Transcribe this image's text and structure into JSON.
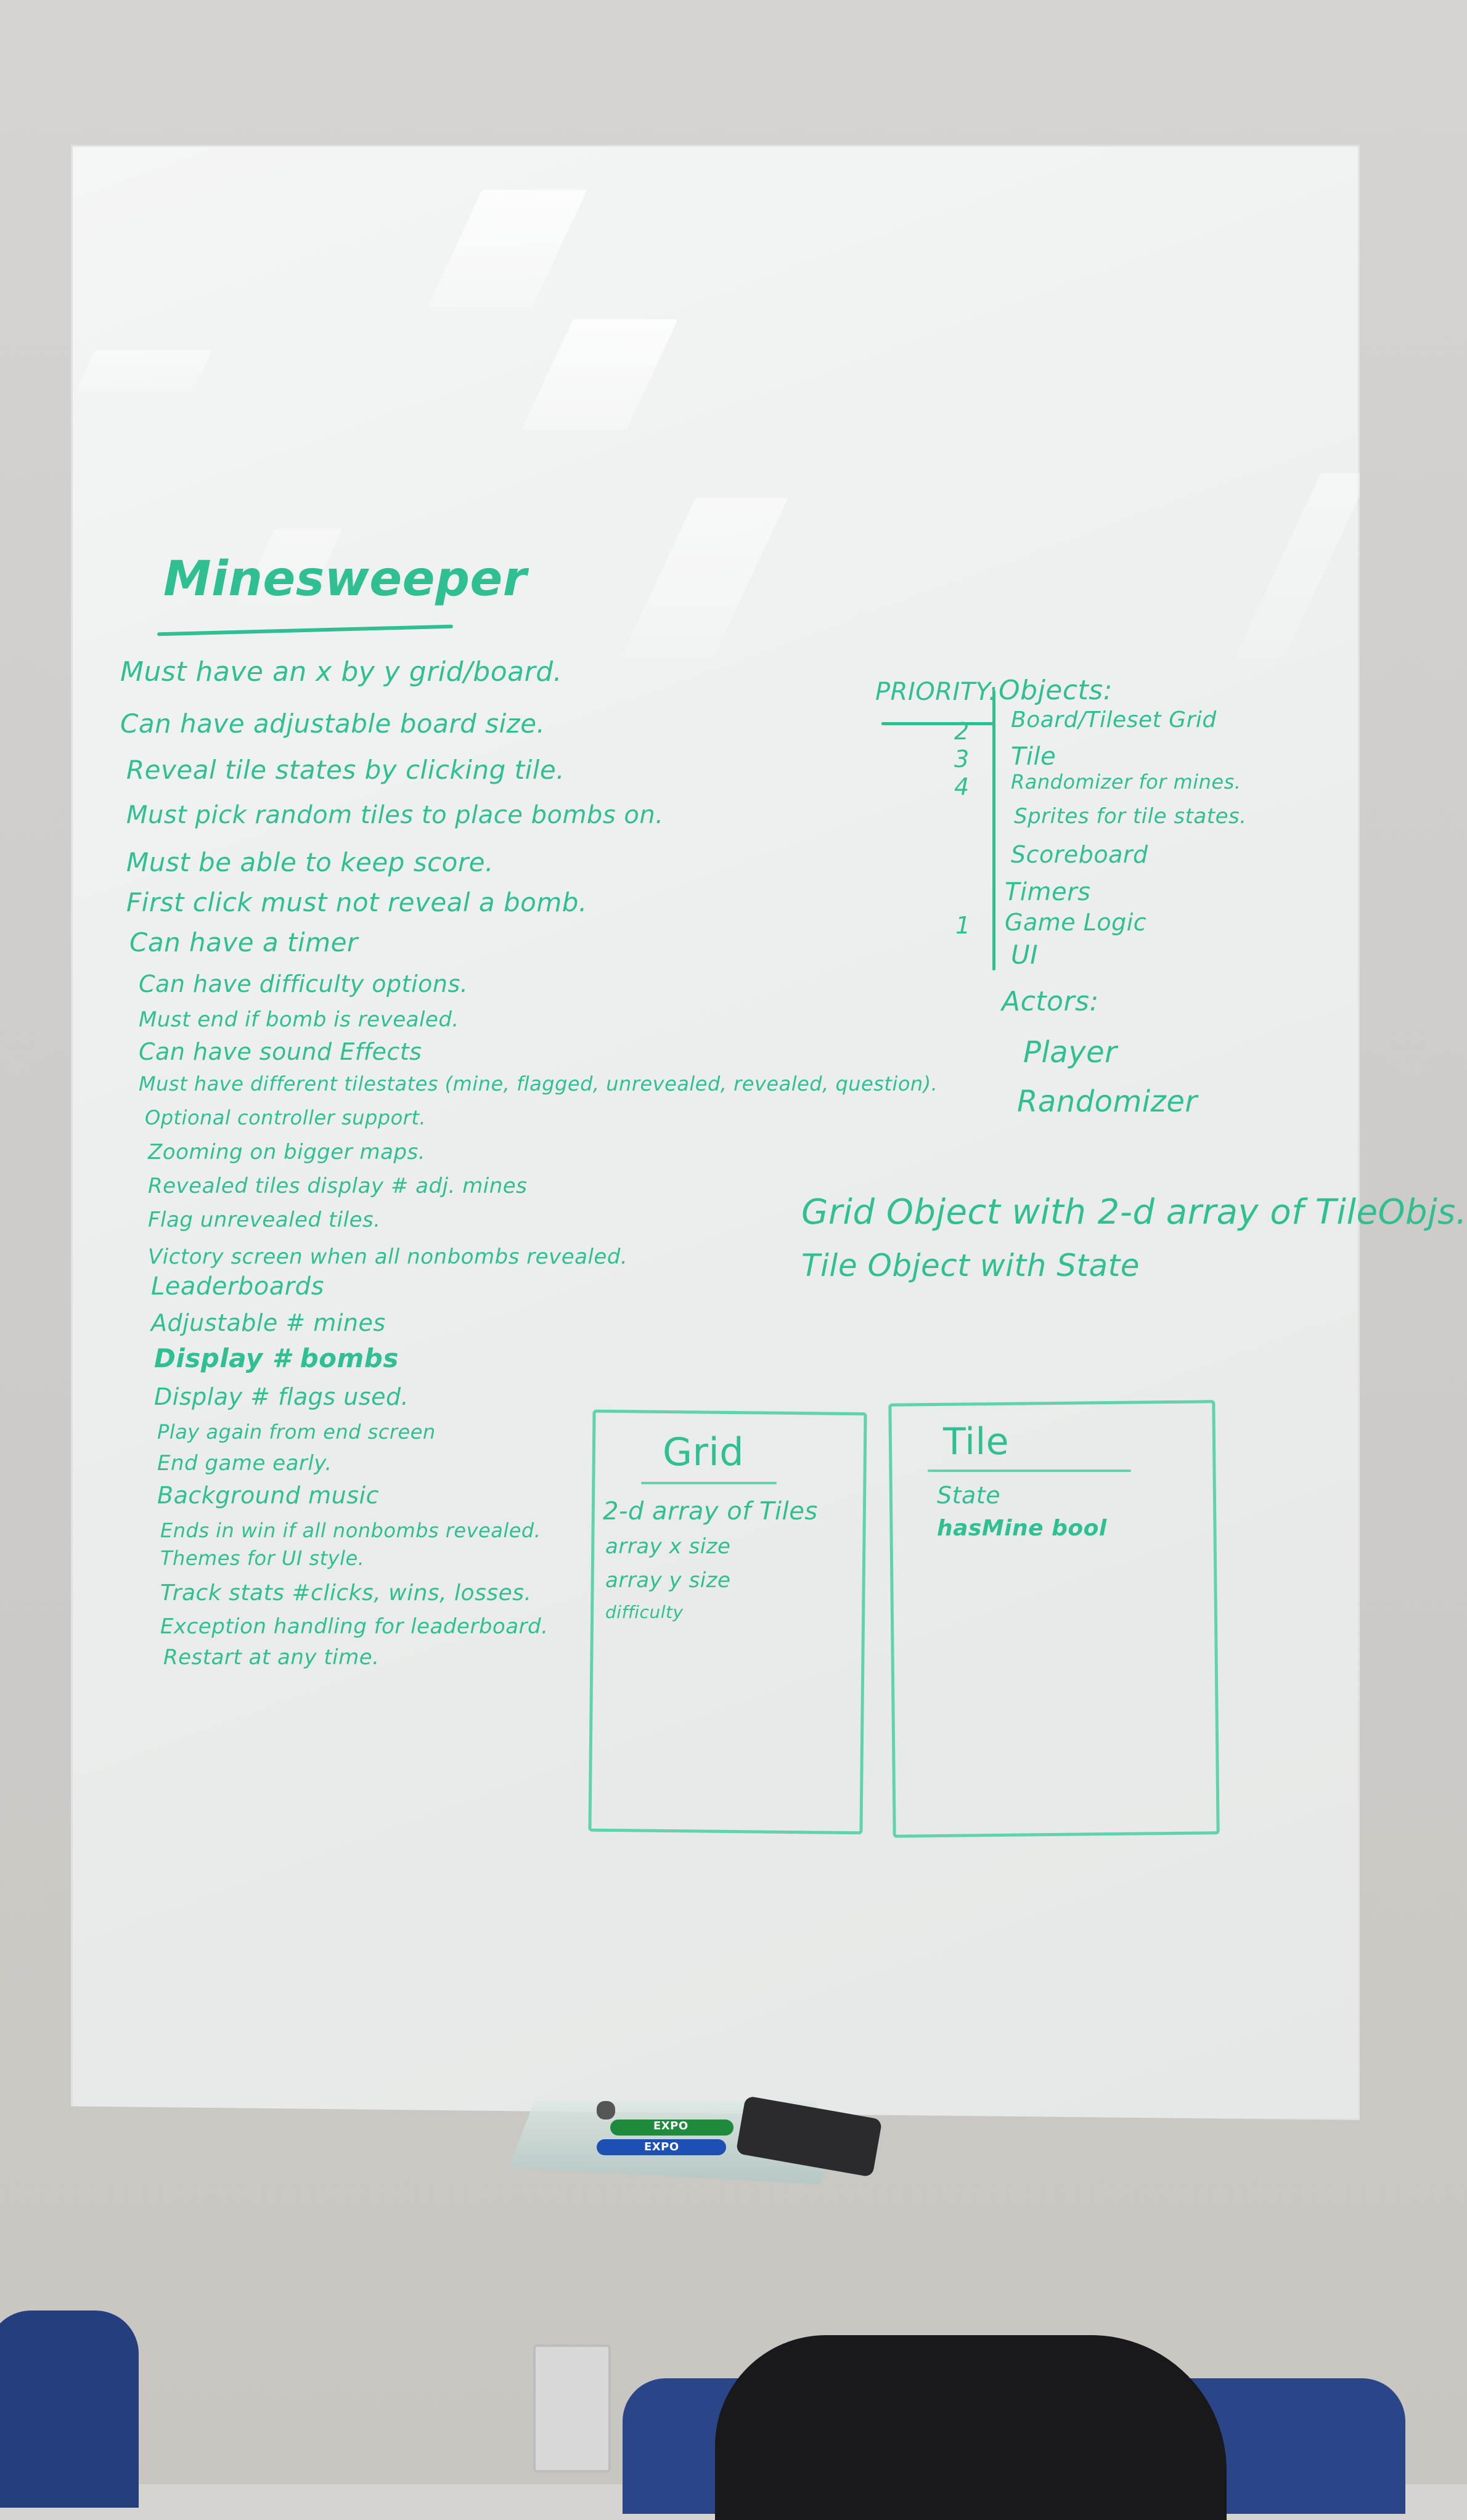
{
  "title": "Minesweeper",
  "notes": [
    "Must have an x by y grid/board.",
    "Can have adjustable board size.",
    "Reveal tile states by clicking tile.",
    "Must pick random tiles to place bombs on.",
    "Must be able to keep score.",
    "First click must not reveal a bomb.",
    "Can have a timer",
    "Can have difficulty options.",
    "Must end if bomb is revealed.",
    "Can have sound Effects",
    "Must have different tilestates (mine, flagged, unrevealed, revealed, question).",
    "Optional controller support.",
    "Zooming on bigger maps.",
    "Revealed tiles display # adj. mines",
    "Flag unrevealed tiles.",
    "Victory screen when all nonbombs revealed.",
    "Leaderboards",
    "Adjustable # mines",
    "Display # bombs",
    "Display # flags used.",
    "Play again from end screen",
    "End game early.",
    "Background music",
    "Ends in win if all nonbombs revealed.",
    "Themes for UI style.",
    "Track stats #clicks, wins, losses.",
    "Exception handling for leaderboard.",
    "Restart at any time."
  ],
  "priority": {
    "priority_label": "PRIORITY:",
    "objects_label": "Objects:",
    "rows": [
      {
        "priority": "2",
        "item": "Board/Tileset Grid"
      },
      {
        "priority": "3",
        "item": "Tile"
      },
      {
        "priority": "4",
        "item": "Randomizer for mines."
      },
      {
        "priority": "",
        "item": "Sprites for tile states."
      },
      {
        "priority": "",
        "item": "Scoreboard"
      },
      {
        "priority": "",
        "item": "Timers"
      },
      {
        "priority": "1",
        "item": "Game Logic"
      },
      {
        "priority": "",
        "item": "UI"
      }
    ],
    "actors_label": "Actors:",
    "actors": [
      "Player",
      "Randomizer"
    ]
  },
  "object_notes": [
    "Grid Object with 2-d array of TileObjs.",
    "Tile Object with State"
  ],
  "grid_box": {
    "title": "Grid",
    "items": [
      "2-d array of Tiles",
      "array x size",
      "array y size",
      "difficulty"
    ]
  },
  "tile_box": {
    "title": "Tile",
    "items": [
      "State",
      "hasMine bool"
    ]
  },
  "marker_colors": {
    "ink": "#2fbf93",
    "green_marker": "#1f8a3e",
    "blue_marker": "#1e4fb5"
  },
  "marker_brand": [
    "EXPO",
    "EXPO"
  ]
}
